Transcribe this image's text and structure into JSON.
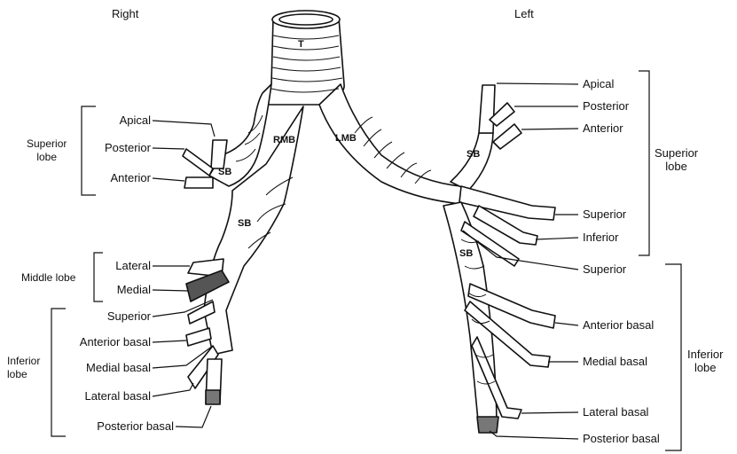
{
  "headings": {
    "right": "Right",
    "left": "Left"
  },
  "abbreviations": {
    "trachea": "T",
    "rmb": "RMB",
    "lmb": "LMB",
    "sb": "SB"
  },
  "right": {
    "superior_lobe": {
      "name_line1": "Superior",
      "name_line2": "lobe",
      "segments": [
        "Apical",
        "Posterior",
        "Anterior"
      ]
    },
    "middle_lobe": {
      "name": "Middle lobe",
      "segments": [
        "Lateral",
        "Medial"
      ]
    },
    "inferior_lobe": {
      "name_line1": "Inferior",
      "name_line2": "lobe",
      "segments": [
        "Superior",
        "Anterior basal",
        "Medial basal",
        "Lateral basal",
        "Posterior basal"
      ]
    }
  },
  "left": {
    "superior_lobe": {
      "name_line1": "Superior",
      "name_line2": "lobe",
      "segments": [
        "Apical",
        "Posterior",
        "Anterior",
        "Superior",
        "Inferior"
      ]
    },
    "inferior_lobe": {
      "name_line1": "Inferior",
      "name_line2": "lobe",
      "segments": [
        "Superior",
        "Anterior basal",
        "Medial basal",
        "Lateral basal",
        "Posterior basal"
      ]
    }
  }
}
